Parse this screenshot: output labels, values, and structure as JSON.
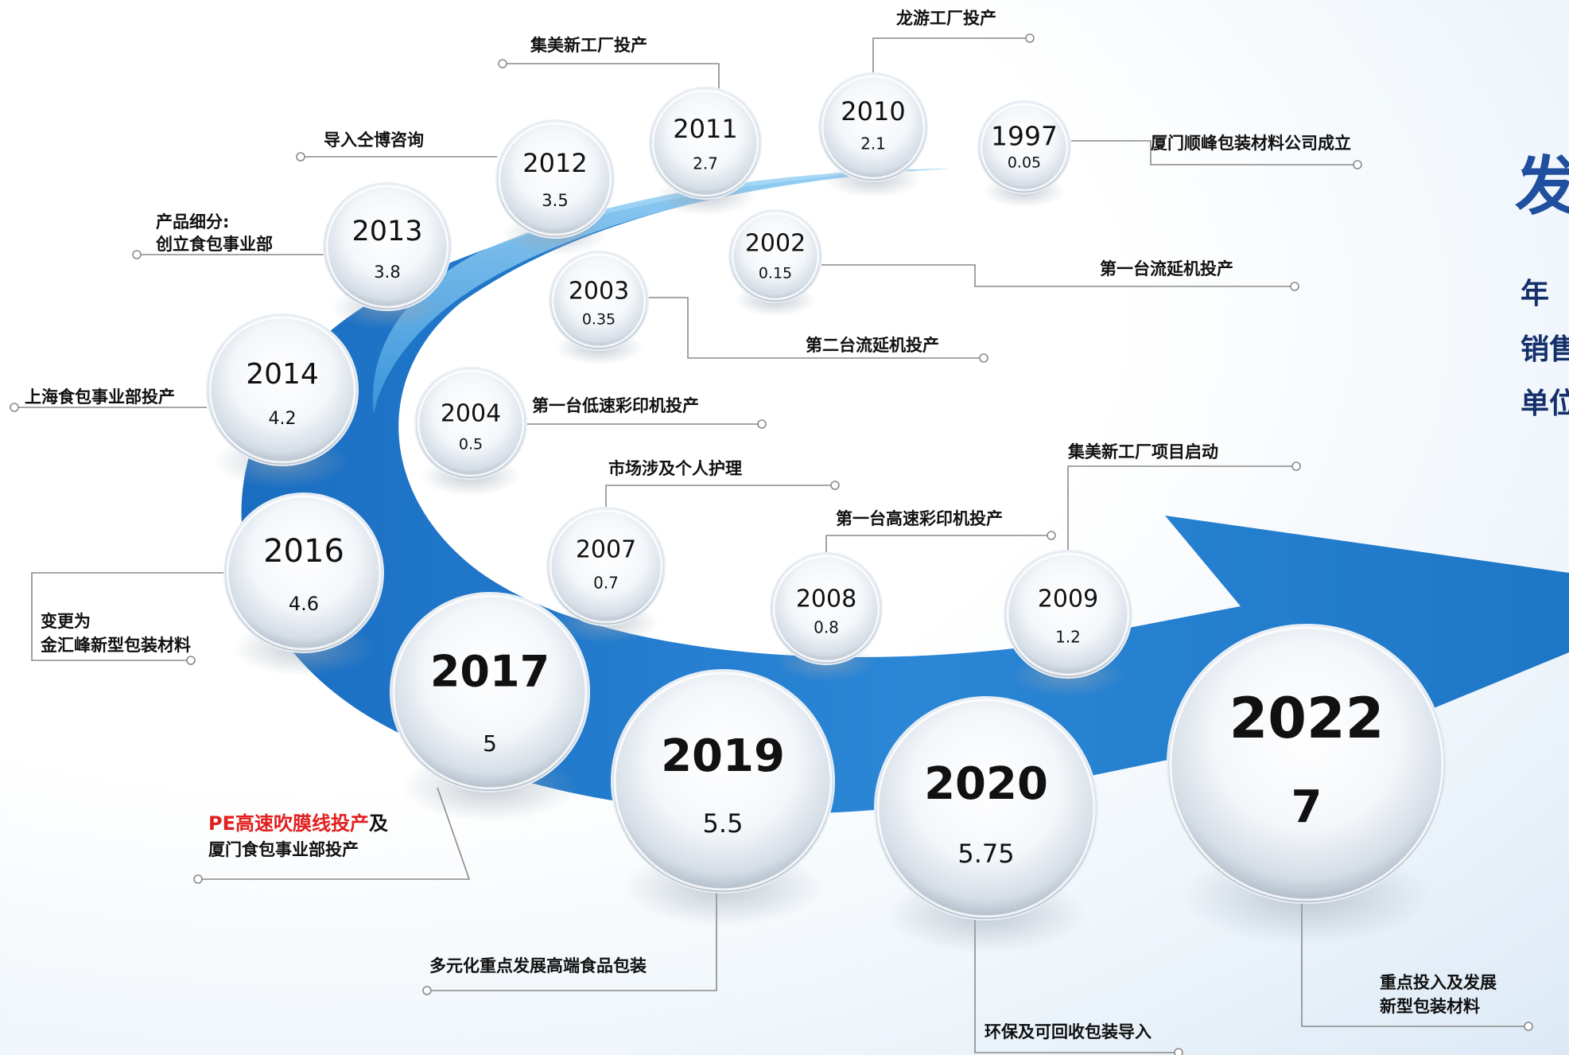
{
  "sidebar": {
    "title": "发",
    "lines": [
      "年",
      "销售",
      "单位"
    ]
  },
  "milestones": [
    {
      "year": "1997",
      "value": "0.05"
    },
    {
      "year": "2010",
      "value": "2.1"
    },
    {
      "year": "2011",
      "value": "2.7"
    },
    {
      "year": "2012",
      "value": "3.5"
    },
    {
      "year": "2013",
      "value": "3.8"
    },
    {
      "year": "2014",
      "value": "4.2"
    },
    {
      "year": "2016",
      "value": "4.6"
    },
    {
      "year": "2002",
      "value": "0.15"
    },
    {
      "year": "2003",
      "value": "0.35"
    },
    {
      "year": "2004",
      "value": "0.5"
    },
    {
      "year": "2007",
      "value": "0.7"
    },
    {
      "year": "2008",
      "value": "0.8"
    },
    {
      "year": "2009",
      "value": "1.2"
    },
    {
      "year": "2017",
      "value": "5"
    },
    {
      "year": "2019",
      "value": "5.5"
    },
    {
      "year": "2020",
      "value": "5.75"
    },
    {
      "year": "2022",
      "value": "7"
    }
  ],
  "annotations": {
    "a1997": "厦门顺峰包装材料公司成立",
    "a2010": "龙游工厂投产",
    "a2011": "集美新工厂投产",
    "a2012": "导入仝博咨询",
    "a2013_line1": "产品细分:",
    "a2013_line2": "创立食包事业部",
    "a2014": "上海食包事业部投产",
    "a2016_line1": "变更为",
    "a2016_line2": "金汇峰新型包装材料",
    "a2002": "第一台流延机投产",
    "a2003": "第二台流延机投产",
    "a2004": "第一台低速彩印机投产",
    "a2007": "市场涉及个人护理",
    "a2008": "第一台高速彩印机投产",
    "a2009": "集美新工厂项目启动",
    "a2017_red": "PE高速吹膜线投产",
    "a2017_tail": "及",
    "a2017_line2": "厦门食包事业部投产",
    "a2019": "多元化重点发展高端食品包装",
    "a2020": "环保及可回收包装导入",
    "a2022_line1": "重点投入及发展",
    "a2022_line2": "新型包装材料"
  },
  "colors": {
    "arrow_light": "#7cc3ef",
    "arrow_dark": "#1565b5",
    "side_title": "#1f4f9e",
    "highlight": "#e21e1e"
  }
}
